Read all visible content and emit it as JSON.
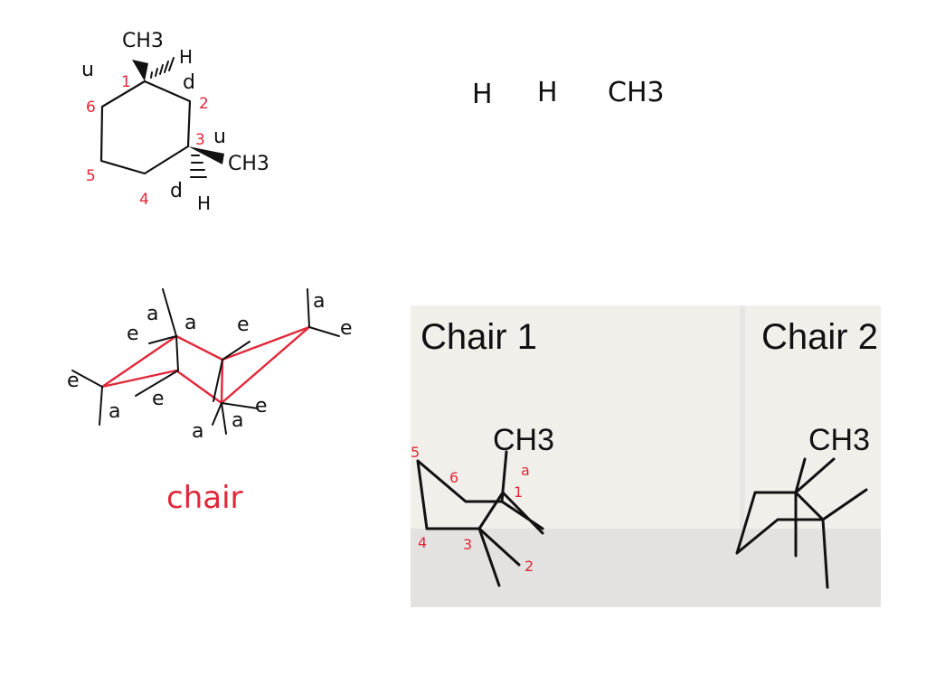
{
  "colors": {
    "ink": "#111111",
    "red": "#e0283a",
    "photo_bg": "#f1efea",
    "photo_band": "#e3e2e0"
  },
  "structure1": {
    "ch3_top": "CH3",
    "h_top": "H",
    "ch3_right": "CH3",
    "h_bottom": "H",
    "label_u_left": "u",
    "label_d_top": "d",
    "label_u_right": "u",
    "label_d_bottom": "d",
    "numbers": [
      "1",
      "2",
      "3",
      "4",
      "5",
      "6"
    ]
  },
  "top_right_text": {
    "h1": "H",
    "h2": "H",
    "ch3": "CH3"
  },
  "chair_sketch": {
    "title": "chair",
    "labels": {
      "a1": "a",
      "e1": "e",
      "a2": "a",
      "e2": "e",
      "a3": "a",
      "e3": "e",
      "e4": "e",
      "a4": "a",
      "e5": "e",
      "a5": "a",
      "a6": "a",
      "e6": "e"
    }
  },
  "photo": {
    "chair1_title": "Chair 1",
    "chair2_title": "Chair 2",
    "chair1_ch3": "CH3",
    "chair2_ch3": "CH3",
    "chair1_numbers": {
      "n5": "5",
      "n6": "6",
      "n1": "1",
      "n4": "4",
      "n3": "3",
      "n2": "2"
    },
    "chair1_axial": "a"
  }
}
